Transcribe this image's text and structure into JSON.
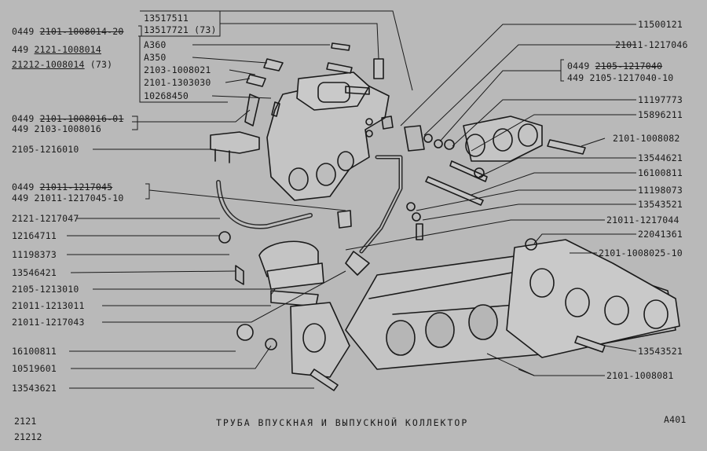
{
  "labels_left": {
    "g1": {
      "code": "0449",
      "part": "2101-1008014-20",
      "code2": "449",
      "part2": "2121-1008014",
      "part3": "21212-1008014",
      "note3": "(73)"
    },
    "box_top": {
      "l1": "13517511",
      "l2": "13517721 (73)",
      "l3": "A360",
      "l4": "A350",
      "l5": "2103-1008021",
      "l6": "2101-1303030",
      "l7": "10268450"
    },
    "g2": {
      "code": "0449",
      "part": "2101-1008016-01",
      "code2": "449",
      "part2": "2103-1008016"
    },
    "p_2105_1216010": "2105-1216010",
    "g3": {
      "code": "0449",
      "part": "21011-1217045",
      "code2": "449",
      "part2": "21011-1217045-10"
    },
    "list": [
      "2121-1217047",
      "12164711",
      "11198373",
      "13546421",
      "2105-1213010",
      "21011-1213011",
      "21011-1217043",
      "16100811",
      "10519601",
      "13543621"
    ]
  },
  "labels_right": {
    "r1": "11500121",
    "r2": "21011-1217046",
    "g4": {
      "code": "0449",
      "part": "2105-1217040",
      "code2": "449",
      "part2": "2105-1217040-10"
    },
    "r3": "11197773",
    "r4": "15896211",
    "r5": "2101-1008082",
    "r6": "13544621",
    "r7": "16100811",
    "r8": "11198073",
    "r9": "13543521",
    "r10": "21011-1217044",
    "r11": "22041361",
    "r12": "2101-1008025-10",
    "r13": "13543521",
    "r14": "2101-1008081"
  },
  "footer": {
    "model1": "2121",
    "model2": "21212",
    "title": "ТРУБА ВПУСКНАЯ И ВЫПУСКНОЙ КОЛЛЕКТОР",
    "page": "A401"
  }
}
